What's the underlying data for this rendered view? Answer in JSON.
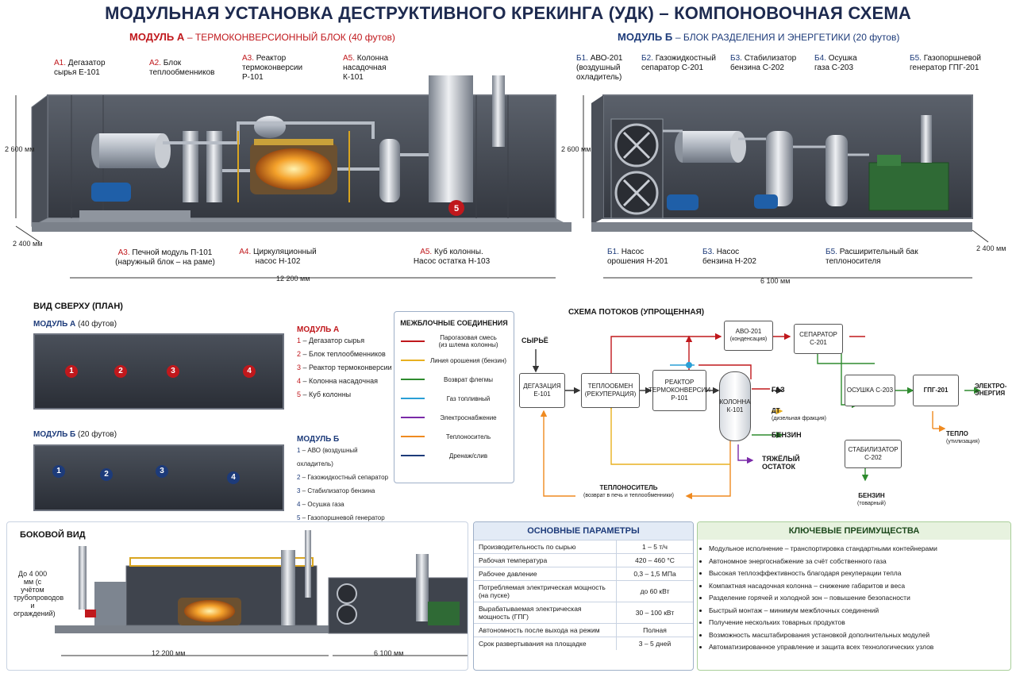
{
  "title": "МОДУЛЬНАЯ УСТАНОВКА ДЕСТРУКТИВНОГО КРЕКИНГА (УДК) – КОМПОНОВОЧНАЯ СХЕМА",
  "module_a": {
    "name": "МОДУЛЬ А",
    "sub": "– ТЕРМОКОНВЕРСИОННЫЙ БЛОК (40 футов)"
  },
  "module_b": {
    "name": "МОДУЛЬ Б",
    "sub": "– БЛОК РАЗДЕЛЕНИЯ И ЭНЕРГЕТИКИ (20 футов)"
  },
  "callouts_a": [
    {
      "code": "А1.",
      "text": "Дегазатор сырья Е-101"
    },
    {
      "code": "А2.",
      "text": "Блок теплообменников"
    },
    {
      "code": "А3.",
      "text": "Реактор термоконверсии Р-101"
    },
    {
      "code": "А5.",
      "text": "Колонна насадочная К-101"
    },
    {
      "code": "А3.",
      "text": "Печной модуль П-101 (наружный блок – на раме)"
    },
    {
      "code": "А4.",
      "text": "Циркуляционный насос Н-102"
    },
    {
      "code": "А5.",
      "text": "Куб колонны. Насос остатка Н-103"
    }
  ],
  "callouts_b": [
    {
      "code": "Б1.",
      "text": "АВО-201 (воздушный охладитель)"
    },
    {
      "code": "Б2.",
      "text": "Газожидкостный сепаратор С-201"
    },
    {
      "code": "Б3.",
      "text": "Стабилизатор бензина С-202"
    },
    {
      "code": "Б4.",
      "text": "Осушка газа С-203"
    },
    {
      "code": "Б5.",
      "text": "Газопоршневой генератор ГПГ-201"
    },
    {
      "code": "Б1.",
      "text": "Насос орошения Н-201"
    },
    {
      "code": "Б3.",
      "text": "Насос бензина Н-202"
    },
    {
      "code": "Б5.",
      "text": "Расширительный бак теплоносителя"
    }
  ],
  "dims": {
    "h_a": "2 600 мм",
    "w_a": "2 400 мм",
    "l_a": "12 200 мм",
    "h_b": "2 600 мм",
    "w_b": "2 400 мм",
    "l_b": "6 100 мм",
    "side_h": "До 4 000 мм (с учётом трубопроводов и ограждений)",
    "side_la": "12 200 мм",
    "side_lb": "6 100 мм"
  },
  "plan": {
    "title": "ВИД СВЕРХУ (ПЛАН)",
    "mod_a_label": "МОДУЛЬ А",
    "mod_a_size": "(40 футов)",
    "mod_b_label": "МОДУЛЬ Б",
    "mod_b_size": "(20 футов)",
    "legend_a_title": "МОДУЛЬ А",
    "legend_a": [
      "Дегазатор сырья",
      "Блок теплообменников",
      "Реактор термоконверсии",
      "Колонна насадочная",
      "Куб колонны"
    ],
    "legend_b_title": "МОДУЛЬ Б",
    "legend_b": [
      "АВО (воздушный охладитель)",
      "Газожидкостный сепаратор",
      "Стабилизатор бензина",
      "Осушка газа",
      "Газопоршневой генератор"
    ]
  },
  "connections": {
    "title": "МЕЖБЛОЧНЫЕ СОЕДИНЕНИЯ",
    "items": [
      {
        "label": "Парогазовая смесь",
        "sub": "(из шлема колонны)",
        "color": "#c0181c"
      },
      {
        "label": "Линия орошения (бензин)",
        "sub": "",
        "color": "#e8b020"
      },
      {
        "label": "Возврат флегмы",
        "sub": "",
        "color": "#2e8b2e"
      },
      {
        "label": "Газ топливный",
        "sub": "",
        "color": "#2a9fd6"
      },
      {
        "label": "Электроснабжение",
        "sub": "",
        "color": "#7a2aa8"
      },
      {
        "label": "Теплоноситель",
        "sub": "",
        "color": "#ef8a20"
      },
      {
        "label": "Дренаж/слив",
        "sub": "",
        "color": "#1d3b7a"
      }
    ]
  },
  "flow": {
    "title": "СХЕМА ПОТОКОВ (УПРОЩЕННАЯ)",
    "feed": "СЫРЬЁ",
    "degas": "ДЕГАЗАЦИЯ Е-101",
    "hx": "ТЕПЛООБМЕН (РЕКУПЕРАЦИЯ)",
    "reactor": "РЕАКТОР ТЕРМОКОНВЕРСИИ Р-101",
    "column": "КОЛОННА К-101",
    "avo": "АВО-201",
    "avo_sub": "(конденсация)",
    "sep": "СЕПАРАТОР С-201",
    "dry": "ОСУШКА С-203",
    "gpg": "ГПГ-201",
    "power": "ЭЛЕКТРО-ЭНЕРГИЯ",
    "heat": "ТЕПЛО",
    "heat_sub": "(утилизация)",
    "stab": "СТАБИЛИЗАТОР С-202",
    "gasoline": "БЕНЗИН",
    "gasoline_sub": "(товарный)",
    "gas": "ГАЗ",
    "dt": "ДТ",
    "dt_sub": "(дизельная фракция)",
    "benzin": "БЕНЗИН",
    "heavy": "ТЯЖЁЛЫЙ ОСТАТОК",
    "coolant": "ТЕПЛОНОСИТЕЛЬ",
    "coolant_sub": "(возврат в печь и теплообменники)"
  },
  "side": {
    "title": "БОКОВОЙ ВИД"
  },
  "params": {
    "title": "ОСНОВНЫЕ ПАРАМЕТРЫ",
    "rows": [
      {
        "k": "Производительность по сырью",
        "v": "1 – 5 т/ч"
      },
      {
        "k": "Рабочая температура",
        "v": "420 – 460 °С"
      },
      {
        "k": "Рабочее давление",
        "v": "0,3 – 1,5 МПа"
      },
      {
        "k": "Потребляемая электрическая мощность (на пуске)",
        "v": "до 60 кВт"
      },
      {
        "k": "Вырабатываемая электрическая мощность (ГПГ)",
        "v": "30 – 100 кВт"
      },
      {
        "k": "Автономность после выхода на режим",
        "v": "Полная"
      },
      {
        "k": "Срок развертывания на площадке",
        "v": "3 – 5 дней"
      }
    ]
  },
  "advantages": {
    "title": "КЛЮЧЕВЫЕ ПРЕИМУЩЕСТВА",
    "items": [
      "Модульное исполнение – транспортировка стандартными контейнерами",
      "Автономное энергоснабжение за счёт собственного газа",
      "Высокая теплоэффективность благодаря рекуперации тепла",
      "Компактная насадочная колонна – снижение габаритов и веса",
      "Разделение горячей и холодной зон – повышение безопасности",
      "Быстрый монтаж – минимум межблочных соединений",
      "Получение нескольких товарных продуктов",
      "Возможность масштабирования установкой дополнительных модулей",
      "Автоматизированное управление и защита всех технологических узлов"
    ]
  }
}
